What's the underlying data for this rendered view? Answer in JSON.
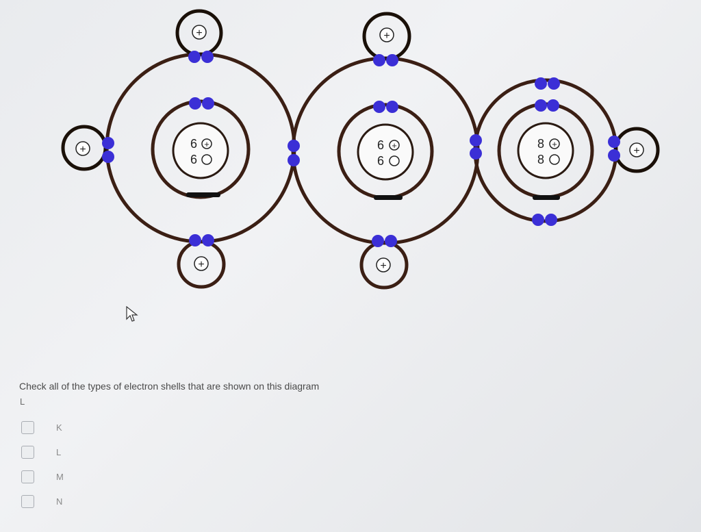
{
  "diagram": {
    "nuclei": [
      {
        "protons": "6",
        "neutrons": "6"
      },
      {
        "protons": "6",
        "neutrons": "6"
      },
      {
        "protons": "8",
        "neutrons": "8"
      }
    ],
    "hydrogen_symbol": "+",
    "proton_symbol": "+"
  },
  "question": {
    "prompt": "Check all of the types of electron shells that are shown on this diagram",
    "answer_echo": "L",
    "options": [
      "K",
      "L",
      "M",
      "N"
    ]
  },
  "colors": {
    "shell": "#3b1f14",
    "electron": "#3b2fd6",
    "nucleus": "#2a1a12"
  }
}
